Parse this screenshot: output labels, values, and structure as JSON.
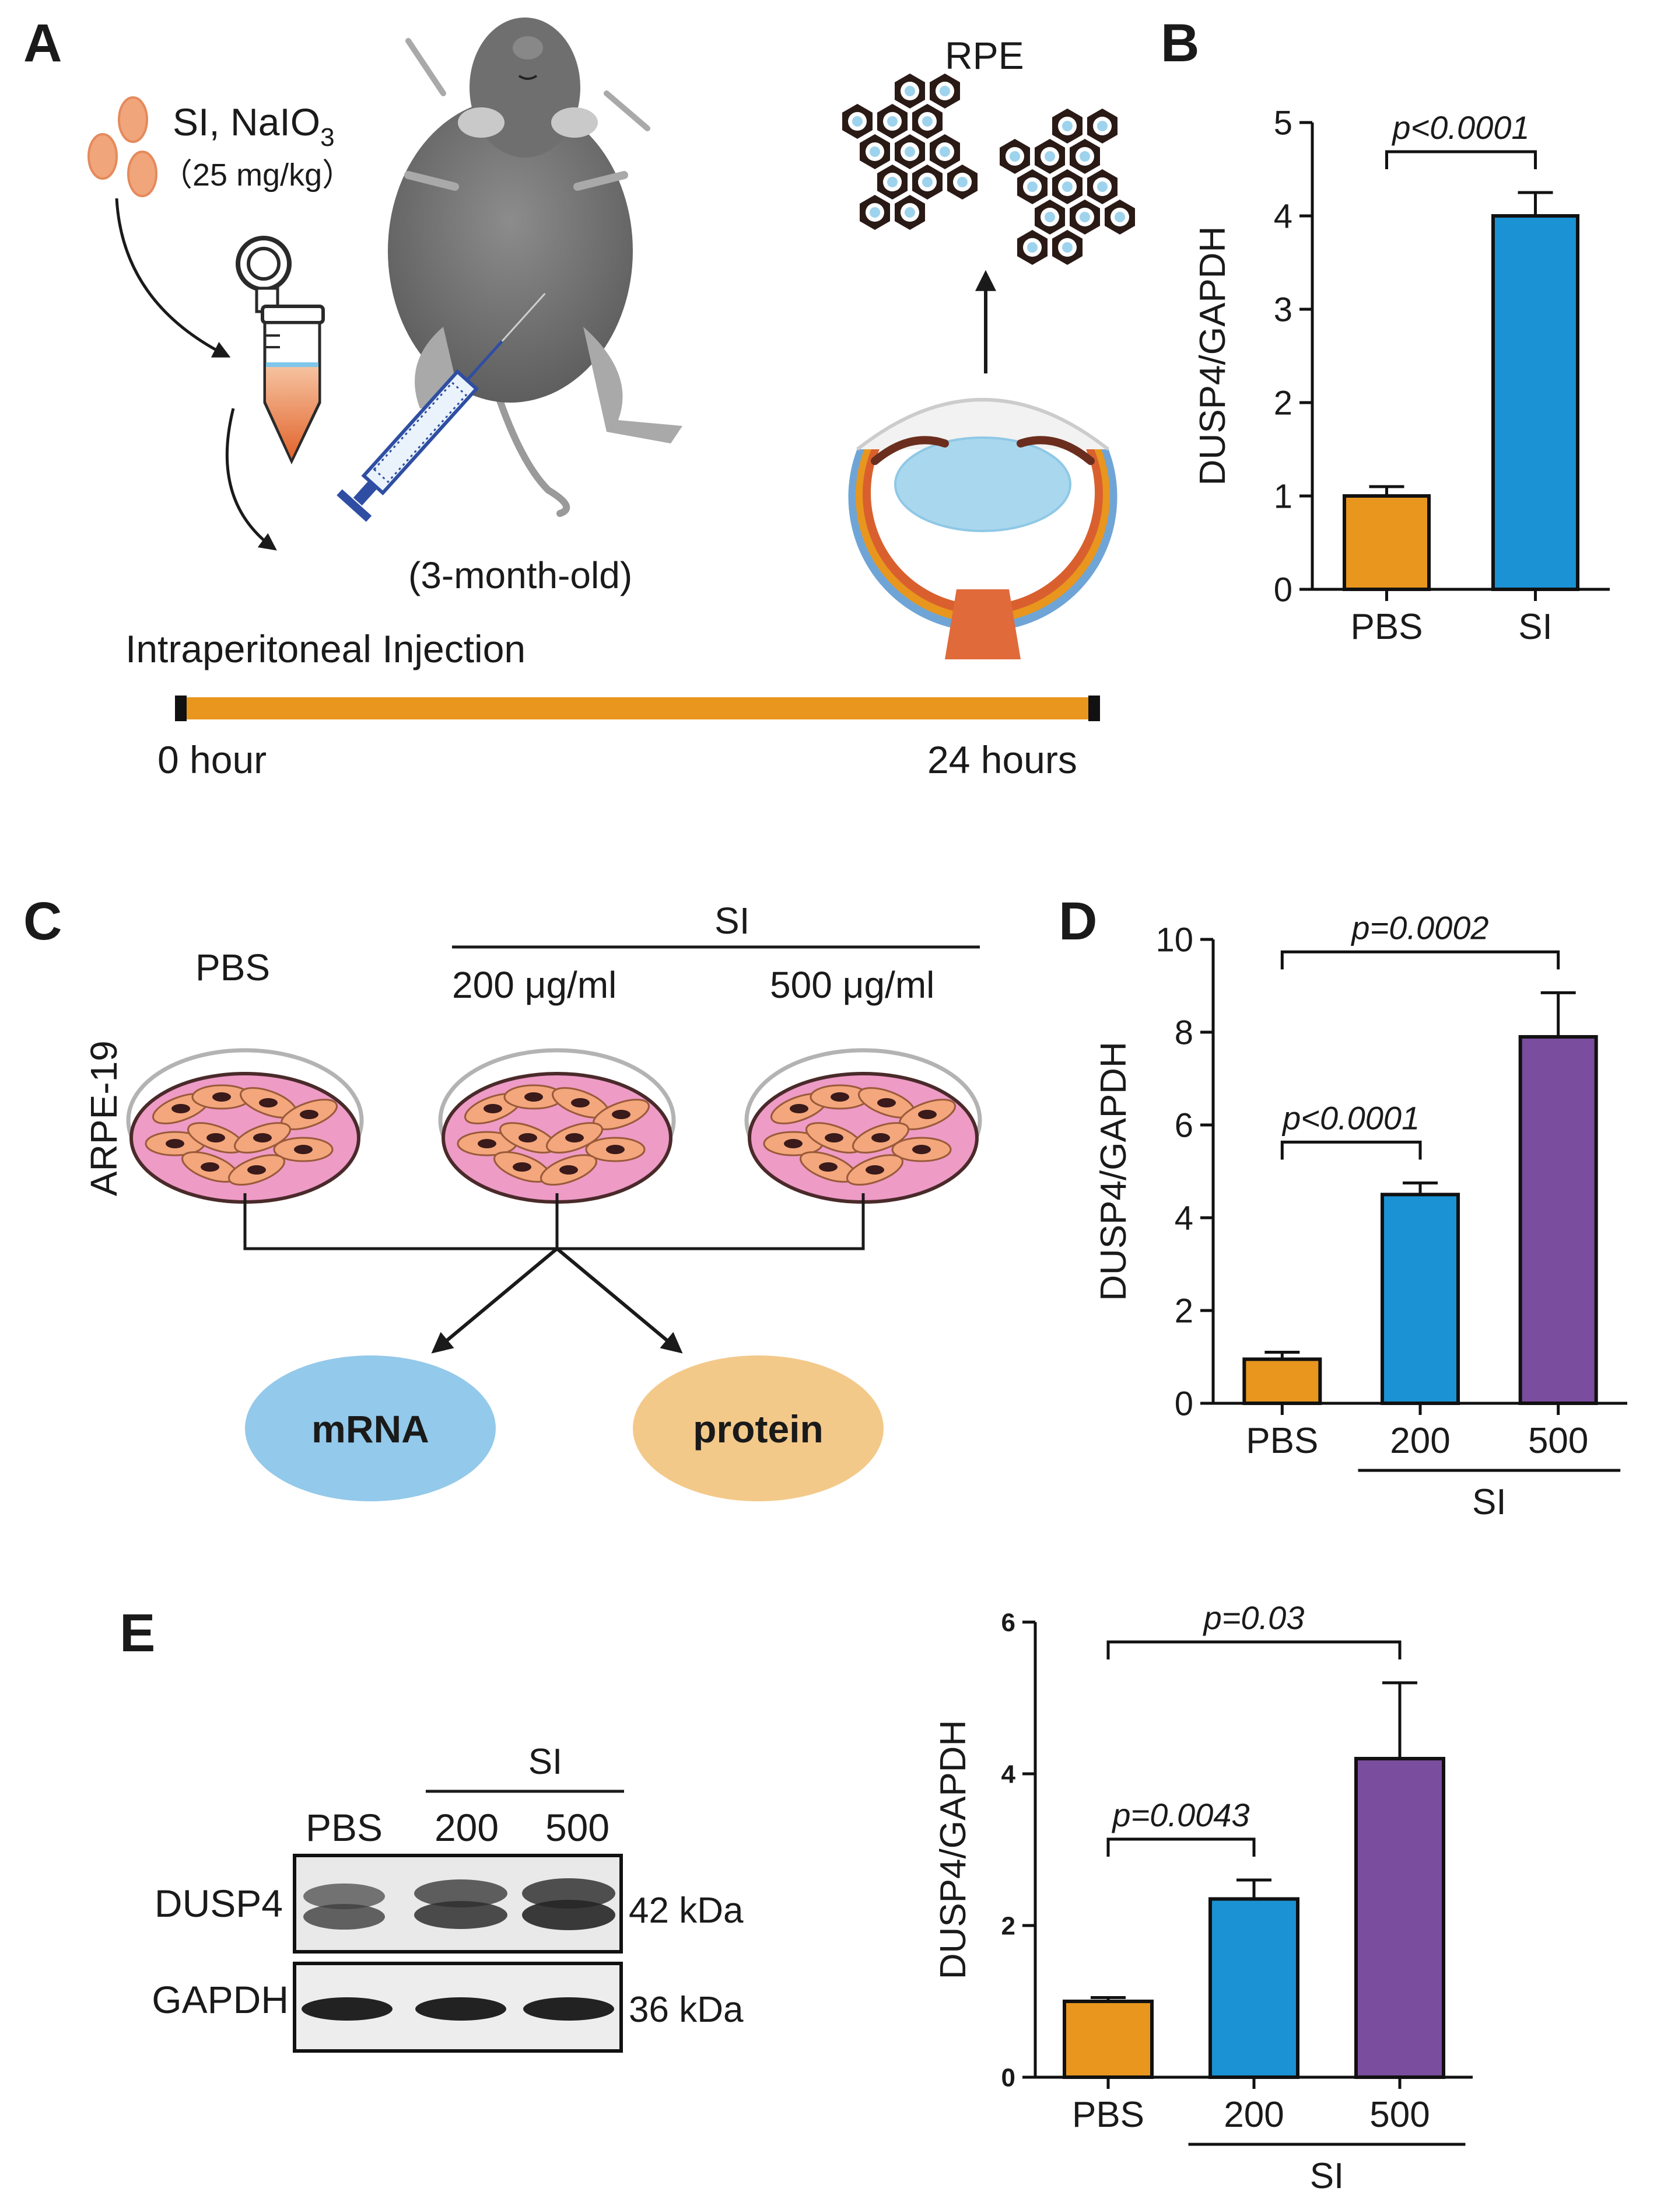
{
  "panels": {
    "A": {
      "letter": "A",
      "dose_line1": "SI, NaIO",
      "dose_sub": "3",
      "dose_line2": "（25 mg/kg）",
      "age": "(3-month-old)",
      "route": "Intraperitoneal Injection",
      "rpe": "RPE",
      "t0": "0 hour",
      "t1": "24 hours"
    },
    "B": {
      "letter": "B"
    },
    "C": {
      "letter": "C",
      "cell_line": "ARPE-19",
      "group_pbs": "PBS",
      "group_si": "SI",
      "dose_200": "200 μg/ml",
      "dose_500": "500 μg/ml",
      "out_mrna": "mRNA",
      "out_protein": "protein"
    },
    "D": {
      "letter": "D"
    },
    "E": {
      "letter": "E",
      "blot_si": "SI",
      "lanes": [
        "PBS",
        "200",
        "500"
      ],
      "rows": [
        {
          "protein": "DUSP4",
          "size": "42 kDa"
        },
        {
          "protein": "GAPDH",
          "size": "36 kDa"
        }
      ]
    }
  },
  "colors": {
    "orange": "#E8961E",
    "blue": "#1B92D4",
    "purple": "#7A4D9E",
    "timeline": "#E8961E",
    "mrna": "#93C9EA",
    "protein": "#F3C98A",
    "dish": "#EE9BC6"
  },
  "chart_data": [
    {
      "id": "B",
      "type": "bar",
      "ylabel": "DUSP4/GAPDH",
      "categories": [
        "PBS",
        "SI"
      ],
      "values": [
        1.0,
        4.0
      ],
      "errors": [
        0.1,
        0.25
      ],
      "bar_colors": [
        "#E8961E",
        "#1B92D4"
      ],
      "ylim": [
        0,
        5
      ],
      "yticks": [
        "0",
        "1",
        "2",
        "3",
        "4",
        "5"
      ],
      "brackets": [
        {
          "from": 0,
          "to": 1,
          "label": "p<0.0001"
        }
      ]
    },
    {
      "id": "D",
      "type": "bar",
      "ylabel": "DUSP4/GAPDH",
      "categories": [
        "PBS",
        "200",
        "500"
      ],
      "group_label": "SI",
      "values": [
        0.95,
        4.5,
        7.9
      ],
      "errors": [
        0.15,
        0.25,
        0.95
      ],
      "bar_colors": [
        "#E8961E",
        "#1B92D4",
        "#7A4D9E"
      ],
      "ylim": [
        0,
        10
      ],
      "yticks": [
        "0",
        "2",
        "4",
        "6",
        "8",
        "10"
      ],
      "brackets": [
        {
          "from": 0,
          "to": 1,
          "label": "p<0.0001"
        },
        {
          "from": 0,
          "to": 2,
          "label": "p=0.0002"
        }
      ]
    },
    {
      "id": "E",
      "type": "bar",
      "ylabel": "DUSP4/GAPDH",
      "categories": [
        "PBS",
        "200",
        "500"
      ],
      "group_label": "SI",
      "values": [
        1.0,
        2.35,
        4.2
      ],
      "errors": [
        0.05,
        0.25,
        1.0
      ],
      "bar_colors": [
        "#E8961E",
        "#1B92D4",
        "#7A4D9E"
      ],
      "ylim": [
        0,
        6
      ],
      "yticks": [
        "0",
        "2",
        "4",
        "6"
      ],
      "brackets": [
        {
          "from": 0,
          "to": 1,
          "label": "p=0.0043"
        },
        {
          "from": 0,
          "to": 2,
          "label": "p=0.03"
        }
      ]
    }
  ]
}
